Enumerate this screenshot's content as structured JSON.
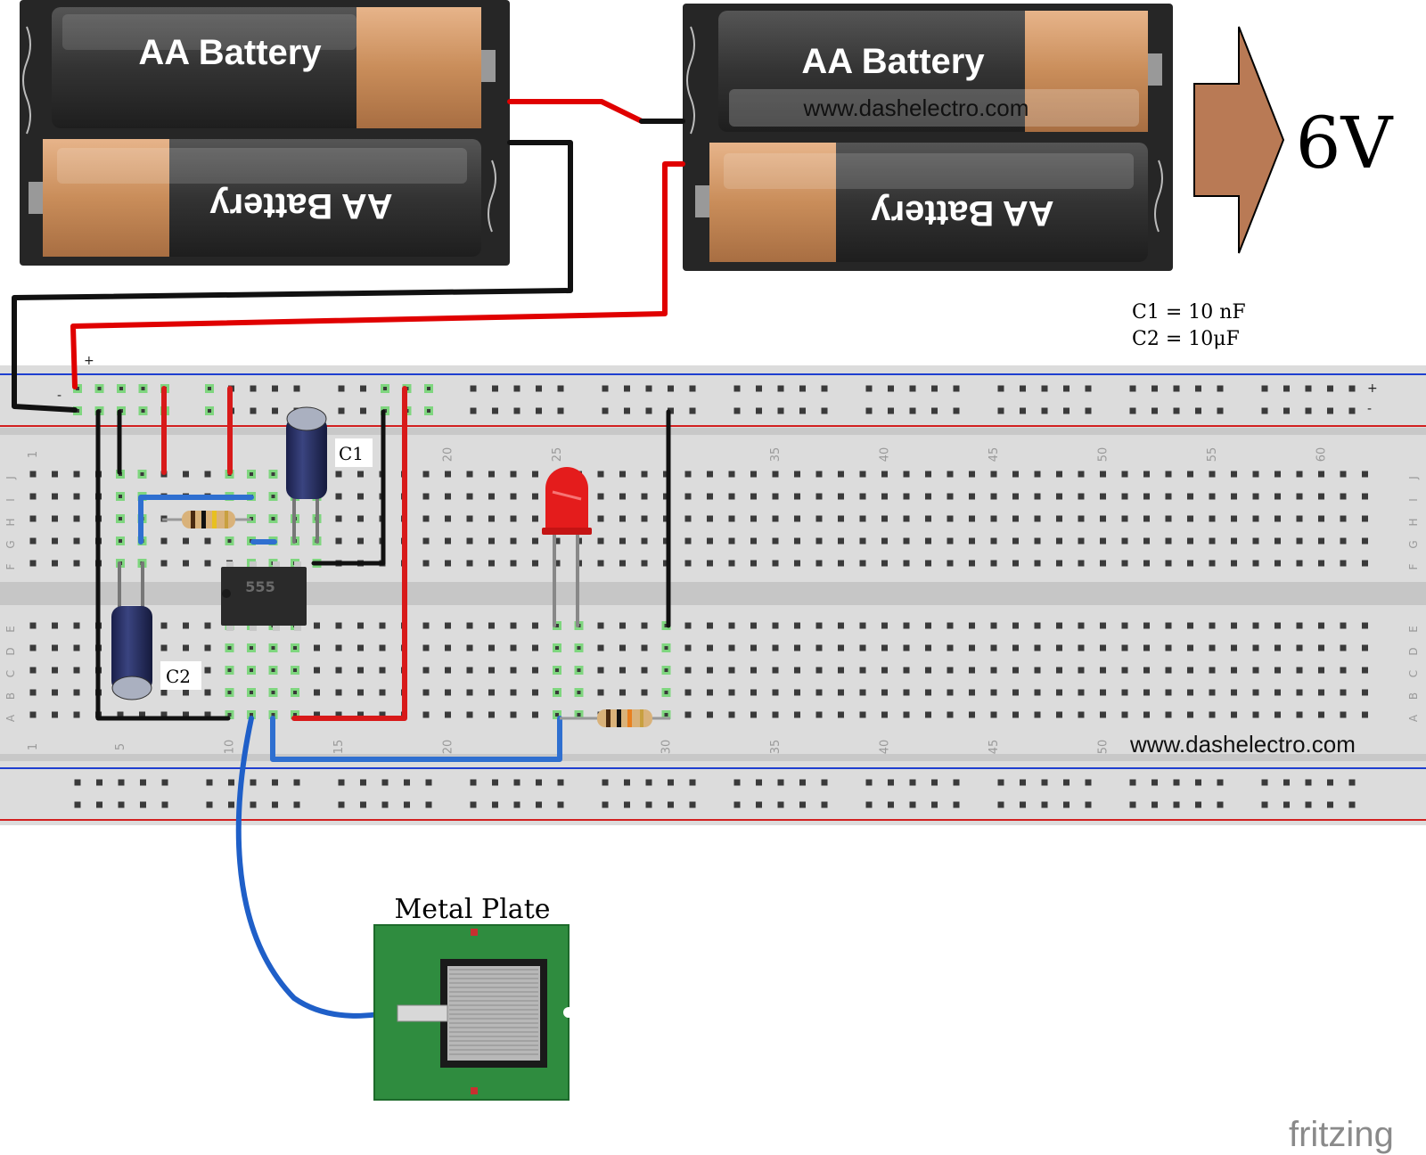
{
  "battery_pack_left": {
    "top_cell_label": "AA Battery",
    "bottom_cell_label": "AA Battery"
  },
  "battery_pack_right": {
    "top_cell_label": "AA Battery",
    "website": "www.dashelectro.com",
    "bottom_cell_label": "AA Battery"
  },
  "output": {
    "voltage_label": "6V"
  },
  "capacitor_values": {
    "c1": "C1 = 10 nF",
    "c2": "C2 = 10μF"
  },
  "components": {
    "c1_tag": "C1",
    "c2_tag": "C2",
    "ic_label": "555",
    "metal_plate_label": "Metal Plate"
  },
  "breadboard": {
    "rail_plus": "+",
    "rail_minus": "-",
    "wire_plus": "+",
    "wire_minus": "-",
    "row_letters_top": [
      "J",
      "I",
      "H",
      "G",
      "F"
    ],
    "row_letters_bottom": [
      "E",
      "D",
      "C",
      "B",
      "A"
    ],
    "column_numbers_top": [
      "1",
      "20",
      "25",
      "35",
      "40",
      "45",
      "50",
      "55",
      "60"
    ],
    "column_numbers_bottom": [
      "1",
      "5",
      "10",
      "15",
      "20",
      "30",
      "35",
      "40",
      "45",
      "50"
    ],
    "website": "www.dashelectro.com"
  },
  "brand": {
    "logo": "fritzing"
  },
  "colors": {
    "battery_body": "#262626",
    "battery_copper": "#c98d5a",
    "wire_red": "#e00000",
    "wire_black": "#111111",
    "wire_blue": "#2f6fd0",
    "breadboard": "#dcdcdc",
    "rail_blue": "#1f3fd0",
    "rail_red": "#d21f1f",
    "hole_active": "#7fd67f",
    "pcb_green": "#2f8c3f",
    "arrow_fill": "#b97a55"
  }
}
